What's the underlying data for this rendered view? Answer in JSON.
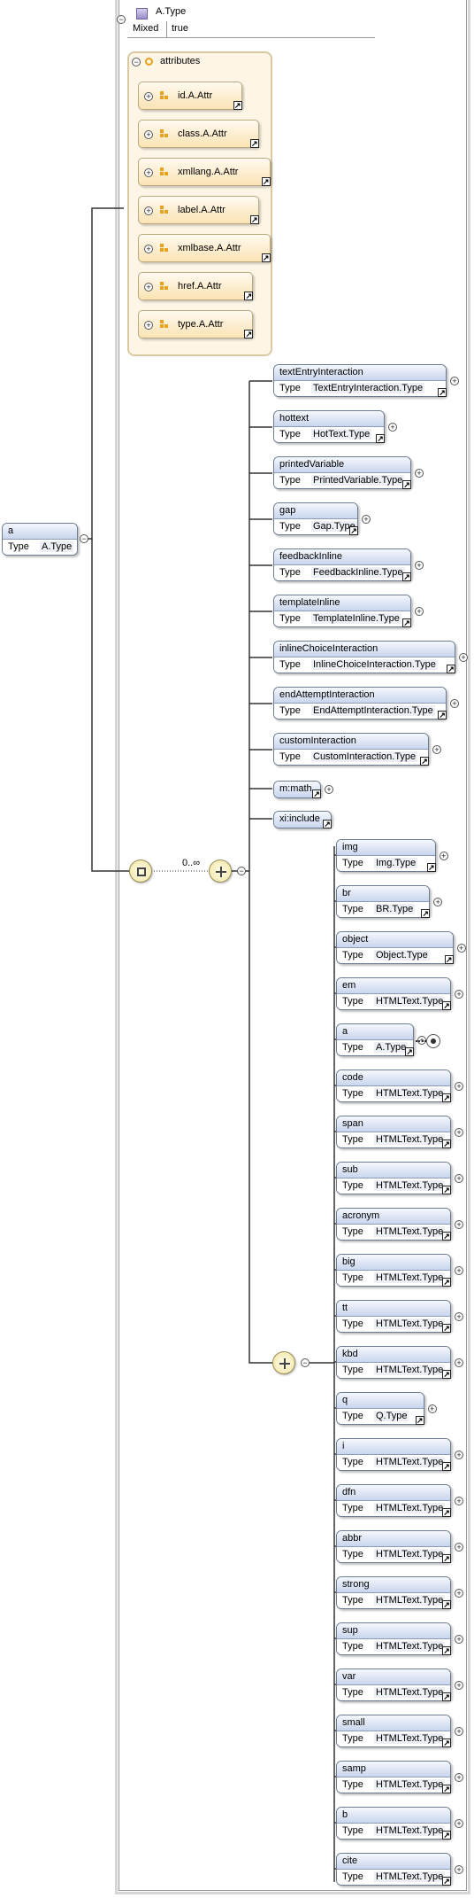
{
  "root": {
    "name": "a",
    "type_label": "Type",
    "type_value": "A.Type"
  },
  "complex_type": {
    "name": "A.Type",
    "mixed_label": "Mixed",
    "mixed_value": "true"
  },
  "attributes_group": {
    "label": "attributes",
    "items": [
      "id.A.Attr",
      "class.A.Attr",
      "xmllang.A.Attr",
      "label.A.Attr",
      "xmlbase.A.Attr",
      "href.A.Attr",
      "type.A.Attr"
    ]
  },
  "sequence_cardinality": "0..∞",
  "choice1": [
    {
      "name": "textEntryInteraction",
      "type": "TextEntryInteraction.Type"
    },
    {
      "name": "hottext",
      "type": "HotText.Type"
    },
    {
      "name": "printedVariable",
      "type": "PrintedVariable.Type"
    },
    {
      "name": "gap",
      "type": "Gap.Type"
    },
    {
      "name": "feedbackInline",
      "type": "FeedbackInline.Type"
    },
    {
      "name": "templateInline",
      "type": "TemplateInline.Type"
    },
    {
      "name": "inlineChoiceInteraction",
      "type": "InlineChoiceInteraction.Type"
    },
    {
      "name": "endAttemptInteraction",
      "type": "EndAttemptInteraction.Type"
    },
    {
      "name": "customInteraction",
      "type": "CustomInteraction.Type"
    }
  ],
  "refs": [
    "m:math",
    "xi:include"
  ],
  "choice2": [
    {
      "name": "img",
      "type": "Img.Type"
    },
    {
      "name": "br",
      "type": "BR.Type"
    },
    {
      "name": "object",
      "type": "Object.Type"
    },
    {
      "name": "em",
      "type": "HTMLText.Type"
    },
    {
      "name": "a",
      "type": "A.Type"
    },
    {
      "name": "code",
      "type": "HTMLText.Type"
    },
    {
      "name": "span",
      "type": "HTMLText.Type"
    },
    {
      "name": "sub",
      "type": "HTMLText.Type"
    },
    {
      "name": "acronym",
      "type": "HTMLText.Type"
    },
    {
      "name": "big",
      "type": "HTMLText.Type"
    },
    {
      "name": "tt",
      "type": "HTMLText.Type"
    },
    {
      "name": "kbd",
      "type": "HTMLText.Type"
    },
    {
      "name": "q",
      "type": "Q.Type"
    },
    {
      "name": "i",
      "type": "HTMLText.Type"
    },
    {
      "name": "dfn",
      "type": "HTMLText.Type"
    },
    {
      "name": "abbr",
      "type": "HTMLText.Type"
    },
    {
      "name": "strong",
      "type": "HTMLText.Type"
    },
    {
      "name": "sup",
      "type": "HTMLText.Type"
    },
    {
      "name": "var",
      "type": "HTMLText.Type"
    },
    {
      "name": "small",
      "type": "HTMLText.Type"
    },
    {
      "name": "samp",
      "type": "HTMLText.Type"
    },
    {
      "name": "b",
      "type": "HTMLText.Type"
    },
    {
      "name": "cite",
      "type": "HTMLText.Type"
    }
  ],
  "type_label": "Type"
}
